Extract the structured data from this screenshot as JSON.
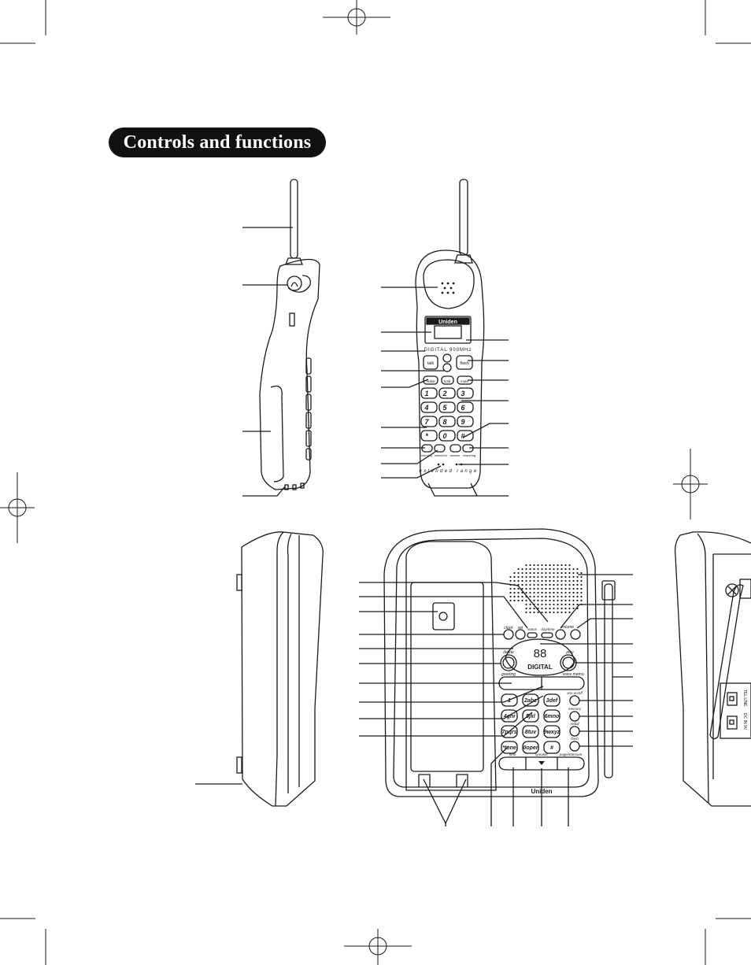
{
  "header": {
    "title": "Controls and functions"
  },
  "handset": {
    "brand": "Uniden",
    "model_text": "DIGITAL 900MHz",
    "extended_range": "extended range",
    "keys": {
      "talk": "talk",
      "flash": "flash",
      "redial": "redial",
      "hold": "hold",
      "mute": "mute",
      "k1": "1",
      "k2": "2",
      "k3": "3",
      "k4": "4",
      "k5": "5",
      "k6": "6",
      "k7": "7",
      "k8": "8",
      "k9": "9",
      "k0": "0",
      "kstar": "*",
      "khash": "#",
      "memory_left": "memory",
      "select_ch": "select/ch",
      "ans_mem": "answer",
      "chan_ring": "chan/ring"
    }
  },
  "base": {
    "brand": "Uniden",
    "digital": "DIGITAL",
    "led_count": "88",
    "labels": {
      "clock": "clock",
      "set": "set",
      "status": "status",
      "day_time": "day/time",
      "volume": "volume",
      "delete": "delete",
      "play": "play",
      "greeting": "greeting",
      "voice_memo": "voice memo",
      "ans_on_off": "ans on/off",
      "memory": "memory",
      "redial": "redial",
      "flash": "flash",
      "tone": "tone",
      "speaker": "speaker",
      "page_intercom": "page/intercom",
      "key1": "1",
      "key2": "2abc",
      "key3": "3def",
      "key4": "4ghi",
      "key5": "5jkl",
      "key6": "6mno",
      "key7": "7pqrs",
      "key8": "8tuv",
      "key9": "9wxyz",
      "keystar": "*tone",
      "key0": "0oper",
      "keyhash": "#"
    }
  },
  "base_side": {
    "switch1": "TEL LINE",
    "switch2": "DC IN 9V"
  },
  "colors": {
    "ink": "#1a1a1a",
    "title_bg": "#111111",
    "title_fg": "#ffffff"
  }
}
